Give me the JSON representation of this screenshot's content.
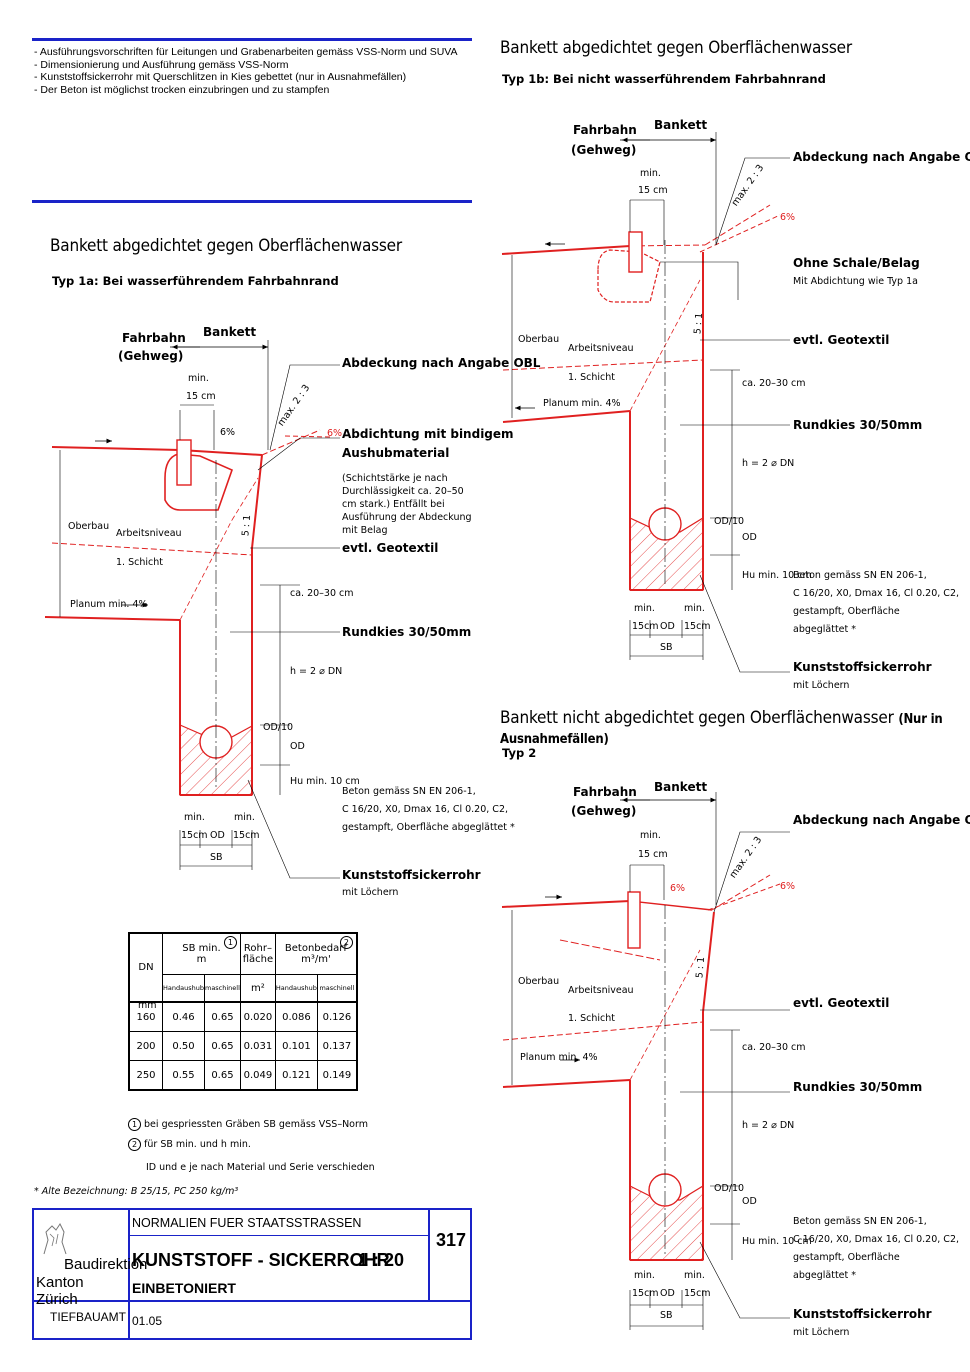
{
  "notes": [
    "-  Ausführungsvorschriften für Leitungen und Grabenarbeiten gemäss VSS-Norm und SUVA",
    "-  Dimensionierung und Ausführung gemäss VSS-Norm",
    "-  Kunststoffsickerrohr mit Querschlitzen in Kies gebettet (nur in Ausnahmefällen)",
    "-  Der Beton ist möglichst trocken einzubringen und zu stampfen"
  ],
  "type1a": {
    "title": "Bankett abgedichtet gegen Oberflächenwasser",
    "subtitle": "Typ 1a: Bei wasserführendem Fahrbahnrand",
    "fahrbahn": "Fahrbahn",
    "gehweg": "(Gehweg)",
    "bankett": "Bankett",
    "min": "min.",
    "min15": "15 cm",
    "slope6": "6%",
    "max23": "max. 2 : 3",
    "slope51": "5 : 1",
    "abdeckung": "Abdeckung nach Angabe OBL",
    "abdichtung1": "Abdichtung mit bindigem",
    "abdichtung2": "Aushubmaterial",
    "abdichtung_text": "(Schichtstärke je nach Durchlässigkeit ca. 20–50 cm stark.) Entfällt bei Ausführung der Abdeckung mit Belag",
    "oberbau": "Oberbau",
    "arbeitsniveau": "Arbeitsniveau",
    "schicht": "1. Schicht",
    "planum": "Planum min. 4%",
    "geotextil": "evtl. Geotextil",
    "ca2030": "ca. 20–30 cm",
    "rundkies": "Rundkies 30/50mm",
    "h2dn": "h = 2 ⌀ DN",
    "od10": "OD/10",
    "od": "OD",
    "hu": "Hu min. 10 cm",
    "beton1": "Beton gemäss SN EN 206-1,",
    "beton2": "C 16/20, X0, Dmax 16, Cl 0.20, C2,",
    "beton3": "gestampft, Oberfläche abgeglättet *",
    "min15cm": "15cm",
    "sb": "SB",
    "rohr": "Kunststoffsickerrohr",
    "loechern": "mit Löchern"
  },
  "type1b": {
    "title": "Bankett abgedichtet gegen Oberflächenwasser",
    "subtitle": "Typ 1b: Bei nicht wasserführendem Fahrbahnrand",
    "ohne": "Ohne Schale/Belag",
    "mit_abdichtung": "Mit Abdichtung wie Typ 1a",
    "beton3a": "gestampft, Oberfläche",
    "beton3b": "abgeglättet *"
  },
  "type2": {
    "title": "Bankett nicht abgedichtet gegen Oberflächenwasser",
    "title_note": "(Nur in Ausnahmefällen)",
    "subtitle": "Typ 2"
  },
  "table": {
    "headers": {
      "dn": "DN",
      "sb": "SB min.",
      "sb_unit": "m",
      "rohr": "Rohr–",
      "flaeche": "fläche",
      "beton": "Betonbedarf",
      "beton_unit": "m³/m'",
      "mm": "mm",
      "hand": "Handaushub",
      "masch": "maschinell",
      "m2": "m²",
      "c1": "1",
      "c2": "2"
    },
    "rows": [
      [
        "160",
        "0.46",
        "0.65",
        "0.020",
        "0.086",
        "0.126"
      ],
      [
        "200",
        "0.50",
        "0.65",
        "0.031",
        "0.101",
        "0.137"
      ],
      [
        "250",
        "0.55",
        "0.65",
        "0.049",
        "0.121",
        "0.149"
      ]
    ]
  },
  "footnotes": {
    "n1": "bei gespriessten Gräben SB gemäss VSS–Norm",
    "n2": "für SB min. und h min.",
    "n3": "ID und e je nach Material und Serie verschieden",
    "alt": "* Alte Bezeichnung: B 25/15, PC 250 kg/m³"
  },
  "titleblock": {
    "org1": "Baudirektion",
    "org2": "Kanton Zürich",
    "dept": "TIEFBAUAMT",
    "series": "NORMALIEN FUER STAATSSTRASSEN",
    "title": "KUNSTSTOFF - SICKERROHR",
    "scale": "1 : 20",
    "sub": "EINBETONIERT",
    "number": "317",
    "date": "01.05"
  }
}
